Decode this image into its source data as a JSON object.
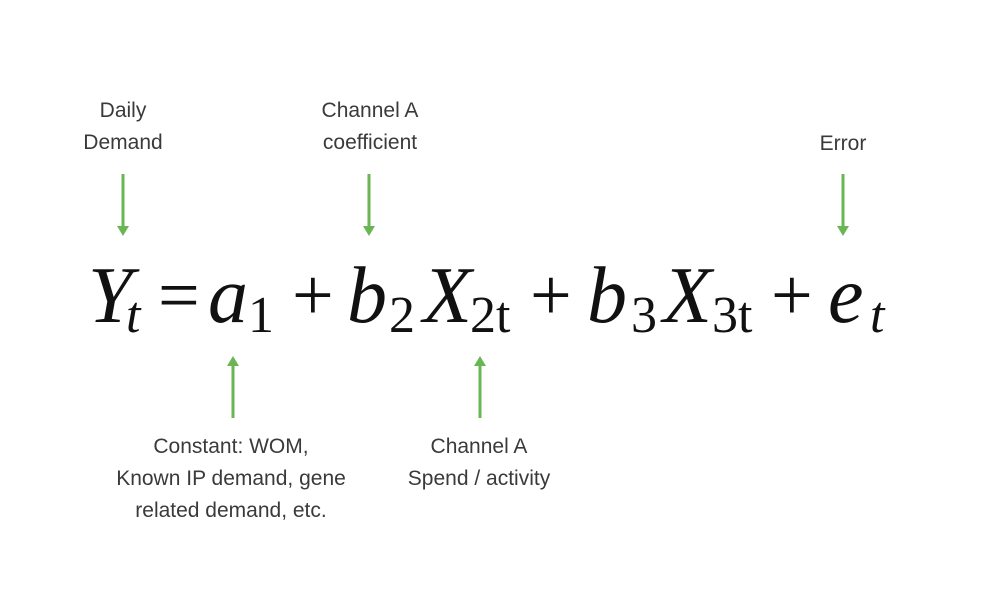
{
  "labels": {
    "daily_demand": [
      "Daily",
      "Demand"
    ],
    "channel_a_coefficient": [
      "Channel A",
      "coefficient"
    ],
    "error": [
      "Error"
    ],
    "constant": [
      "Constant: WOM,",
      "Known IP demand, gene",
      "related demand, etc."
    ],
    "channel_a_spend": [
      "Channel A",
      "Spend / activity"
    ]
  },
  "equation": {
    "Y": "Y",
    "t1": "t",
    "equals": "=",
    "a": "a",
    "sub1": "1",
    "plus1": "+",
    "b2": "b",
    "sub2": "2",
    "X2": "X",
    "sub2t": "2t",
    "plus2": "+",
    "b3": "b",
    "sub3": "3",
    "X3": "X",
    "sub3t": "3t",
    "plus3": "+",
    "e": "e",
    "t2": "t"
  },
  "colors": {
    "arrow": "#6ab655",
    "label_text": "#3a3a3a",
    "equation_text": "#111111"
  }
}
